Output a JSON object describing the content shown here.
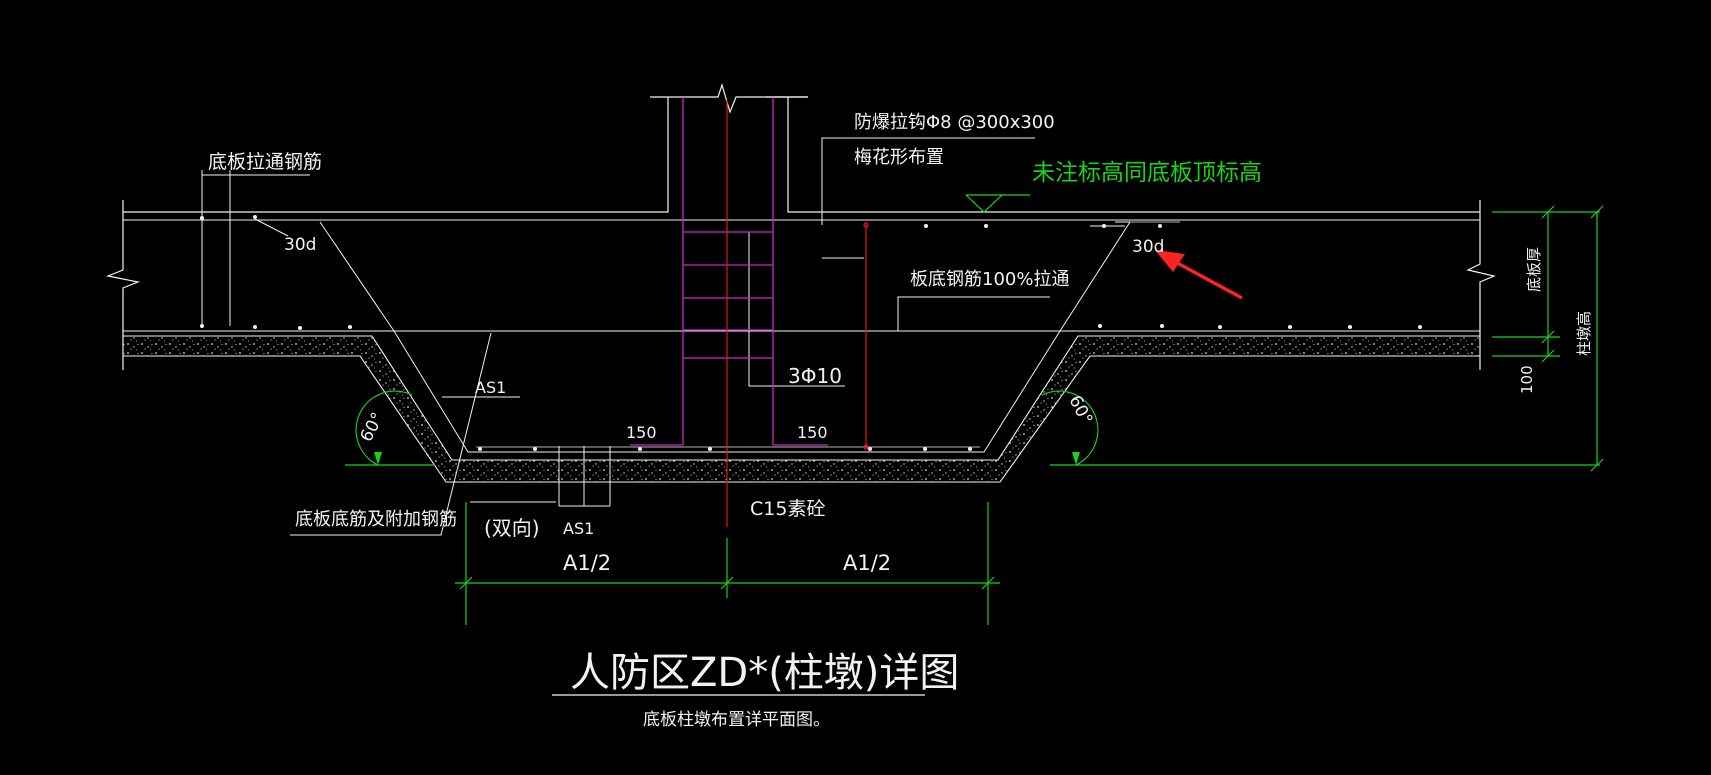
{
  "drawing": {
    "title": "人防区ZD*(柱墩)详图",
    "subtitle": "底板柱墩布置详平面图。",
    "colors": {
      "background": "#000000",
      "linework": "#f2f2f2",
      "dimension": "#19d219",
      "column": "#c828c8",
      "axis": "#e01818",
      "arrow": "#ff2222"
    },
    "labels": {
      "through_bars": "底板拉通钢筋",
      "tie_bars": "防爆拉钩Φ8 @300x300",
      "plum_layout": "梅花形布置",
      "elevation_note": "未注标高同底板顶标高",
      "anchorage_left": "30d",
      "anchorage_right": "30d",
      "bottom_bars_continuous": "板底钢筋100%拉通",
      "stirrups": "3Φ10",
      "as1_top": "AS1",
      "as1_bottom": "AS1",
      "both_ways": "(双向)",
      "ext_left": "150",
      "ext_right": "150",
      "angle_left": "60°",
      "angle_right": "60°",
      "bottom_additional_bars": "底板底筋及附加钢筋",
      "concrete_c15": "C15素砼",
      "half_a1_left": "A1/2",
      "half_a1_right": "A1/2",
      "slab_thickness": "底板厚",
      "pier_height": "柱墩高",
      "cushion_100": "100"
    }
  }
}
